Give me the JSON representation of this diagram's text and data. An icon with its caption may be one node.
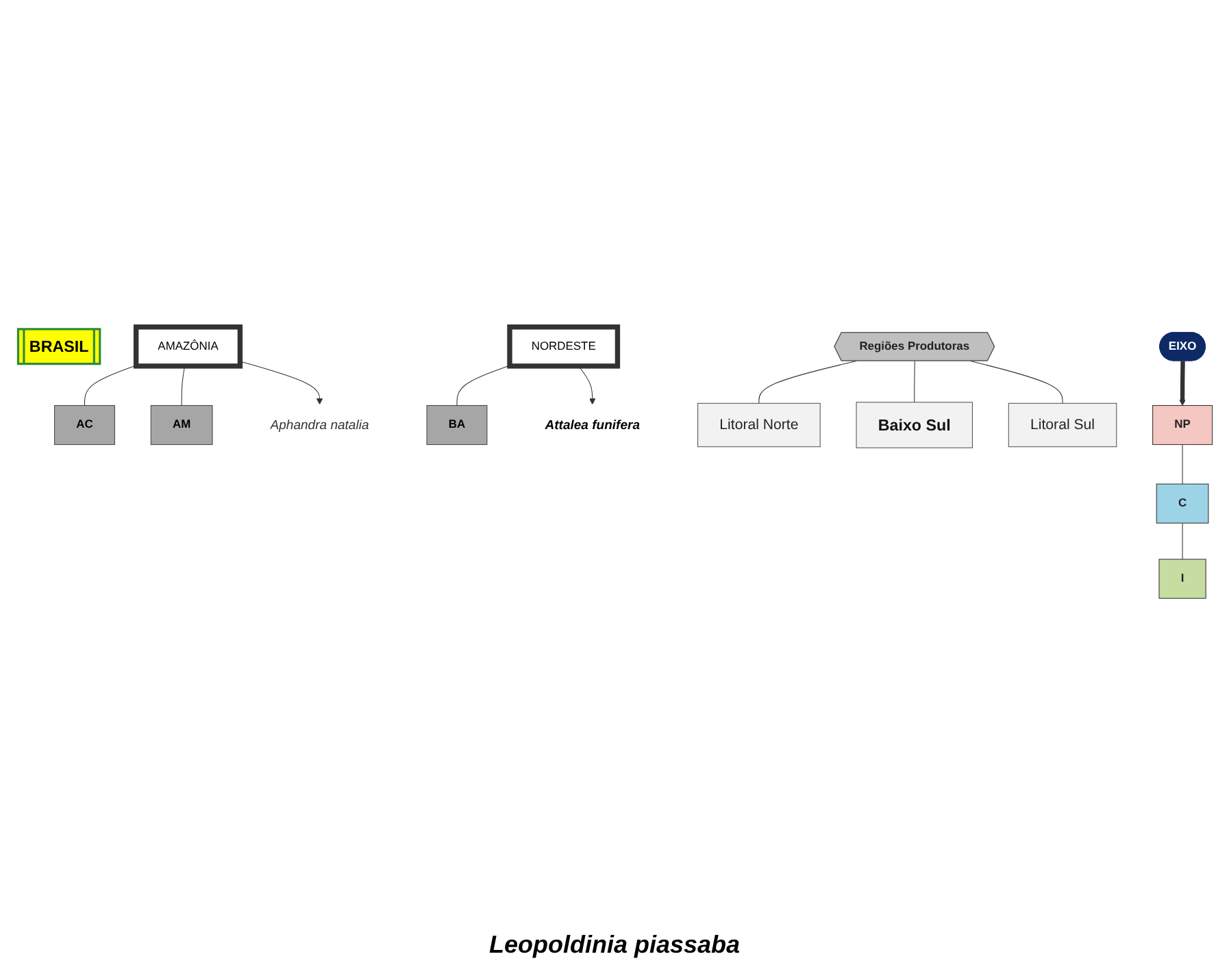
{
  "diagram": {
    "nodes": [
      {
        "text": [
          "BRASIL"
        ]
      },
      {
        "text": [
          "AMAZÔNIA"
        ]
      },
      {
        "text": [
          "AC"
        ]
      },
      {
        "text": [
          "AM"
        ]
      },
      {
        "text": [
          "NORDESTE"
        ]
      },
      {
        "text": [
          "BA"
        ]
      },
      {
        "text": [
          "Aphandra natalia"
        ]
      },
      {
        "text": [
          "Attalea funifera"
        ]
      },
      {
        "text": [
          "Regiões Produtoras"
        ]
      },
      {
        "text": [
          "Litoral Norte"
        ]
      },
      {
        "text": [
          "Litoral Sul"
        ]
      },
      {
        "text": [
          "Baixo Sul"
        ]
      },
      {
        "text": [
          "EIXO"
        ]
      },
      {
        "text": [
          "NP"
        ]
      },
      {
        "text": [
          "C"
        ]
      },
      {
        "text": [
          "I"
        ]
      }
    ],
    "edges": [
      {
        "from": 1,
        "to": 2,
        "arrow": "none"
      },
      {
        "from": 1,
        "to": 3,
        "arrow": "none"
      },
      {
        "from": 1,
        "to": 6,
        "arrow": "to"
      },
      {
        "from": 4,
        "to": 5,
        "arrow": "none"
      },
      {
        "from": 4,
        "to": 7,
        "arrow": "to"
      },
      {
        "from": 8,
        "to": 9,
        "arrow": "none"
      },
      {
        "from": 8,
        "to": 11,
        "arrow": "none"
      },
      {
        "from": 8,
        "to": 10,
        "arrow": "none"
      },
      {
        "from": 12,
        "to": 13,
        "arrow": "to",
        "style": "thick"
      },
      {
        "from": 13,
        "to": 14,
        "arrow": "none"
      },
      {
        "from": 14,
        "to": 15,
        "arrow": "none"
      }
    ],
    "labels": [
      "Leopoldinia piassaba"
    ]
  }
}
